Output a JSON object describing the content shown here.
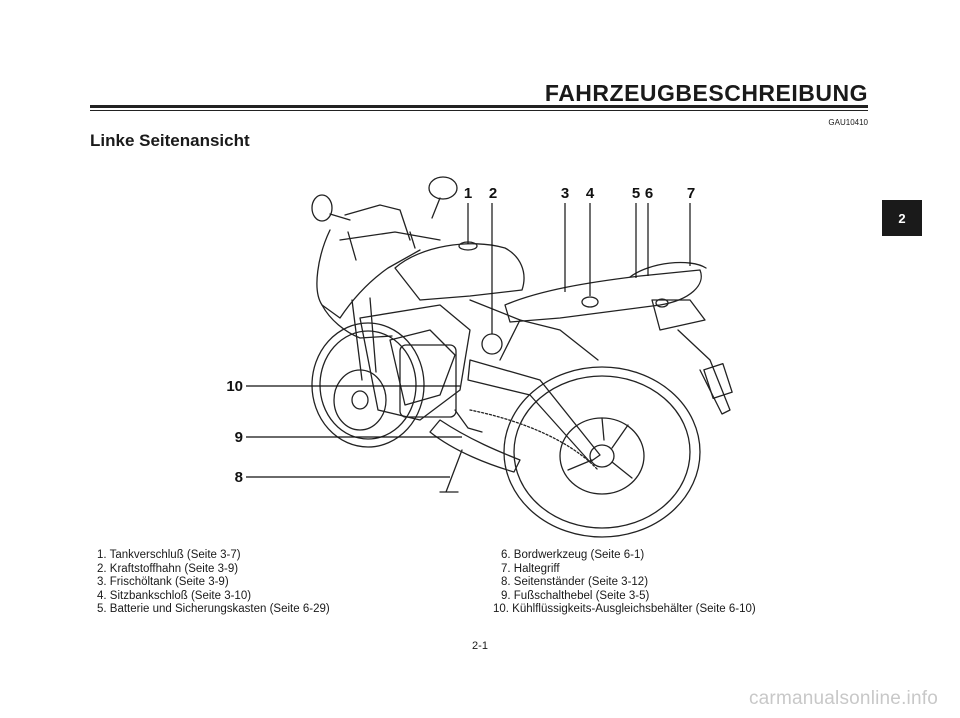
{
  "header": {
    "chapter_title": "FAHRZEUGBESCHREIBUNG",
    "doc_code": "GAU10410"
  },
  "section_heading": "Linke Seitenansicht",
  "chapter_tab": "2",
  "figure": {
    "callouts": [
      "1",
      "2",
      "3",
      "4",
      "5",
      "6",
      "7",
      "8",
      "9",
      "10"
    ]
  },
  "legend": {
    "left": [
      "1. Tankverschluß (Seite 3-7)",
      "2. Kraftstoffhahn (Seite 3-9)",
      "3. Frischöltank (Seite 3-9)",
      "4. Sitzbankschloß (Seite 3-10)",
      "5. Batterie und Sicherungskasten (Seite 6-29)"
    ],
    "right": [
      "6. Bordwerkzeug (Seite 6-1)",
      "7. Haltegriff",
      "8. Seitenständer (Seite 3-12)",
      "9. Fußschalthebel (Seite 3-5)",
      "10. Kühlflüssigkeits-Ausgleichsbehälter (Seite 6-10)"
    ]
  },
  "page_number": "2-1",
  "watermark": "carmanualsonline.info"
}
